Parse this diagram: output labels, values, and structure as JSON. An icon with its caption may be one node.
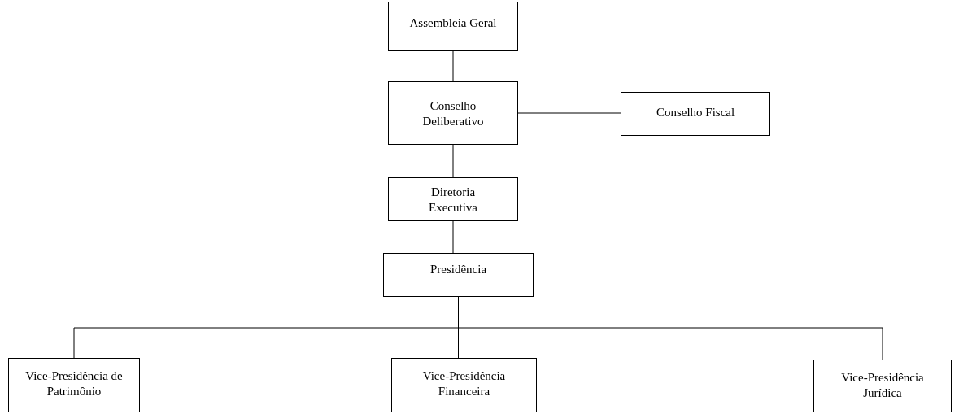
{
  "diagram": {
    "nodes": [
      {
        "text": [
          "Assembleia Geral"
        ]
      },
      {
        "text": [
          "Conselho Deliberativo"
        ]
      },
      {
        "text": [
          "Conselho Fiscal"
        ]
      },
      {
        "text": [
          "Diretoria Executiva"
        ]
      },
      {
        "text": [
          "Presidência"
        ]
      },
      {
        "text": [
          "Vice-Presidência de Patrimônio"
        ]
      },
      {
        "text": [
          "Vice-Presidência Financeira"
        ]
      },
      {
        "text": [
          "Vice-Presidência Jurídica"
        ]
      }
    ],
    "edges": [
      {
        "from": 0,
        "to": 1,
        "arrow": "none"
      },
      {
        "from": 1,
        "to": 2,
        "arrow": "none"
      },
      {
        "from": 1,
        "to": 3,
        "arrow": "none"
      },
      {
        "from": 3,
        "to": 4,
        "arrow": "none"
      },
      {
        "from": 4,
        "to": 5,
        "arrow": "none"
      },
      {
        "from": 4,
        "to": 6,
        "arrow": "none"
      },
      {
        "from": 4,
        "to": 7,
        "arrow": "none"
      }
    ]
  }
}
